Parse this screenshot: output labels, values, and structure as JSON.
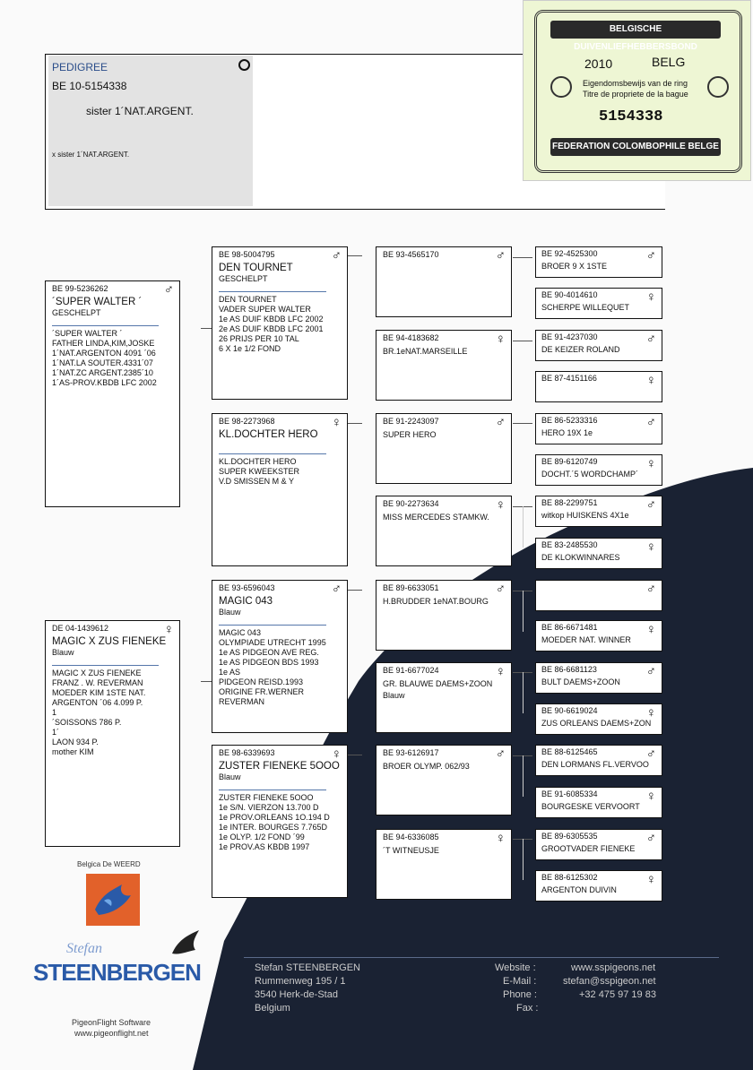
{
  "header": {
    "label": "PEDIGREE",
    "ring": "BE 10-5154338",
    "title": "sister 1´NAT.ARGENT.",
    "note": "x  sister 1´NAT.ARGENT.",
    "circle_symbol": "O"
  },
  "stamp": {
    "top_band": "BELGISCHE DUIVENLIEFHEBBERSBOND",
    "year": "2010",
    "country": "BELG",
    "line1": "Eigendomsbewijs van de ring",
    "line2": "Titre de propriete de la bague",
    "number": "5154338",
    "bottom_band": "FEDERATION COLOMBOPHILE BELGE"
  },
  "birds": {
    "sire": {
      "ring": "BE 99-5236262",
      "sex": "♂",
      "name": "´SUPER WALTER ´",
      "color": "GESCHELPT",
      "desc": [
        "´SUPER WALTER ´",
        "FATHER LINDA,KIM,JOSKE",
        "1´NAT.ARGENTON 4091 ´06",
        "1´NAT.LA SOUTER.4331´07",
        "1´NAT.ZC ARGENT.2385´10",
        "1´AS-PROV.KBDB LFC 2002"
      ]
    },
    "dam": {
      "ring": "DE 04-1439612",
      "sex": "♀",
      "name": "MAGIC X ZUS FIENEKE",
      "color": "Blauw",
      "desc": [
        "MAGIC X ZUS FIENEKE",
        "FRANZ . W. REVERMAN",
        "MOEDER KIM 1STE NAT.",
        "ARGENTON ´06  4.099 P.",
        "1",
        "´SOISSONS  786 P.",
        "1´",
        "LAON     934 P.",
        "mother  KIM"
      ]
    },
    "ss": {
      "ring": "BE 98-5004795",
      "sex": "♂",
      "name": "DEN TOURNET",
      "color": "GESCHELPT",
      "desc": [
        "DEN TOURNET",
        "VADER SUPER WALTER",
        "1e AS DUIF KBDB LFC 2002",
        "2e AS DUIF KBDB LFC 2001",
        "26 PRIJS PER 10 TAL",
        "6 X 1e  1/2 FOND"
      ]
    },
    "sd": {
      "ring": "BE 98-2273968",
      "sex": "♀",
      "name": "KL.DOCHTER HERO",
      "color": "",
      "desc": [
        "KL.DOCHTER HERO",
        "SUPER KWEEKSTER",
        "V.D SMISSEN M & Y"
      ]
    },
    "ds": {
      "ring": "BE 93-6596043",
      "sex": "♂",
      "name": "MAGIC 043",
      "color": "Blauw",
      "desc": [
        "MAGIC 043",
        "OLYMPIADE UTRECHT 1995",
        "1e AS PIDGEON AVE REG.",
        "1e AS PIDGEON BDS 1993",
        "1e AS",
        "PIDGEON REISD.1993",
        "ORIGINE FR.WERNER",
        "REVERMAN"
      ]
    },
    "dd": {
      "ring": "BE 98-6339693",
      "sex": "♀",
      "name": "ZUSTER FIENEKE 5OOO",
      "color": "Blauw",
      "desc": [
        "ZUSTER FIENEKE 5OOO",
        "1e S/N. VIERZON 13.700 D",
        "1e PROV.ORLEANS 1O.194 D",
        "1e INTER. BOURGES 7.765D",
        "1e OLYP. 1/2 FOND ´99",
        "1e PROV.AS KBDB 1997"
      ]
    },
    "g3": [
      {
        "ring": "BE 93-4565170",
        "sex": "♂",
        "sub": ""
      },
      {
        "ring": "BE 94-4183682",
        "sex": "♀",
        "sub": "BR.1eNAT.MARSEILLE"
      },
      {
        "ring": "BE 91-2243097",
        "sex": "♂",
        "sub": "SUPER HERO"
      },
      {
        "ring": "BE 90-2273634",
        "sex": "♀",
        "sub": "MISS MERCEDES STAMKW."
      },
      {
        "ring": "BE 89-6633051",
        "sex": "♂",
        "sub": "H.BRUDDER 1eNAT.BOURG"
      },
      {
        "ring": "BE 91-6677024",
        "sex": "♀",
        "sub": "GR. BLAUWE DAEMS+ZOON",
        "sub2": "Blauw"
      },
      {
        "ring": "BE 93-6126917",
        "sex": "♂",
        "sub": "BROER OLYMP. 062/93"
      },
      {
        "ring": "BE 94-6336085",
        "sex": "♀",
        "sub": "´T WITNEUSJE"
      }
    ],
    "g4": [
      {
        "ring": "BE 92-4525300",
        "sex": "♂",
        "sub": "BROER 9 X 1STE"
      },
      {
        "ring": "BE 90-4014610",
        "sex": "♀",
        "sub": "SCHERPE WILLEQUET"
      },
      {
        "ring": "BE 91-4237030",
        "sex": "♂",
        "sub": "DE KEIZER ROLAND"
      },
      {
        "ring": "BE 87-4151166",
        "sex": "♀",
        "sub": ""
      },
      {
        "ring": "BE 86-5233316",
        "sex": "♂",
        "sub": "HERO 19X 1e"
      },
      {
        "ring": "BE 89-6120749",
        "sex": "♀",
        "sub": "DOCHT.´5 WORDCHAMP´"
      },
      {
        "ring": "BE 88-2299751",
        "sex": "♂",
        "sub": "witkop HUISKENS 4X1e"
      },
      {
        "ring": "BE 83-2485530",
        "sex": "♀",
        "sub": "DE KLOKWINNARES"
      },
      {
        "ring": "",
        "sex": "♂",
        "sub": ""
      },
      {
        "ring": "BE 86-6671481",
        "sex": "♀",
        "sub": "MOEDER NAT. WINNER"
      },
      {
        "ring": "BE 86-6681123",
        "sex": "♂",
        "sub": "BULT DAEMS+ZOON"
      },
      {
        "ring": "BE 90-6619024",
        "sex": "♀",
        "sub": "ZUS ORLEANS DAEMS+ZON"
      },
      {
        "ring": "BE 88-6125465",
        "sex": "♂",
        "sub": "DEN LORMANS FL.VERVOO"
      },
      {
        "ring": "BE 91-6085334",
        "sex": "♀",
        "sub": "BOURGESKE VERVOORT"
      },
      {
        "ring": "BE 89-6305535",
        "sex": "♂",
        "sub": "GROOTVADER FIENEKE"
      },
      {
        "ring": "BE 88-6125302",
        "sex": "♀",
        "sub": "ARGENTON DUIVIN"
      }
    ]
  },
  "breeder_logo": {
    "caption": "Belgica De WEERD"
  },
  "brand": {
    "signature": "Stefan",
    "name": "STEENBERGEN",
    "software": "PigeonFlight Software",
    "software_url": "www.pigeonflight.net"
  },
  "footer": {
    "owner": "Stefan STEENBERGEN",
    "street": "Rummenweg 195 / 1",
    "city": "3540 Herk-de-Stad",
    "country": "Belgium",
    "website_label": "Website :",
    "email_label": "E-Mail :",
    "phone_label": "Phone :",
    "fax_label": "Fax :",
    "website": "www.sspigeons.net",
    "email": "stefan@sspigeon.net",
    "phone": "+32 475 97 19 83"
  }
}
